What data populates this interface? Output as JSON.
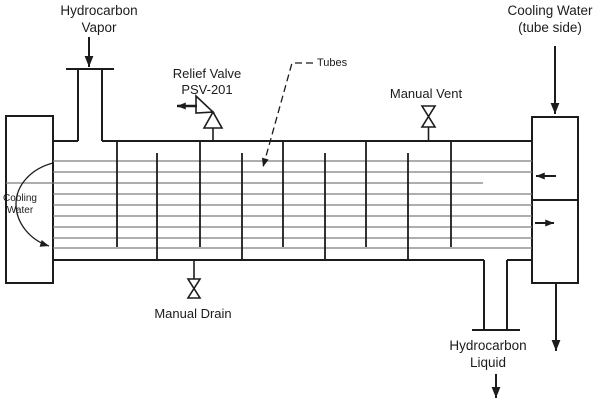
{
  "diagram": {
    "labels": {
      "hydrocarbon_vapor_1": "Hydrocarbon",
      "hydrocarbon_vapor_2": "Vapor",
      "cooling_water_inlet_1": "Cooling Water",
      "cooling_water_inlet_2": "(tube side)",
      "relief_valve_1": "Relief Valve",
      "relief_valve_2": "PSV-201",
      "tubes": "Tubes",
      "manual_vent": "Manual Vent",
      "cooling_water_return_1": "Cooling",
      "cooling_water_return_2": "Water",
      "manual_drain": "Manual Drain",
      "hydrocarbon_liquid_1": "Hydrocarbon",
      "hydrocarbon_liquid_2": "Liquid"
    },
    "colors": {
      "line": "#1c1c1c",
      "tube_line": "#7d7d7d",
      "background": "#ffffff"
    }
  }
}
